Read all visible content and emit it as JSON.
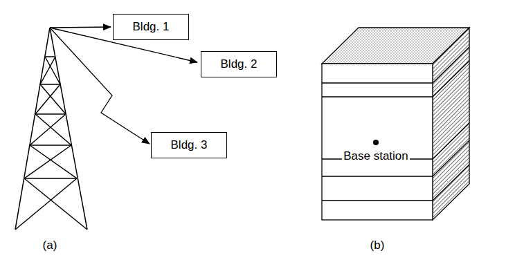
{
  "diagram": {
    "nodes": [
      {
        "text": [
          "Bldg. 1"
        ]
      },
      {
        "text": [
          "Bldg. 2"
        ]
      },
      {
        "text": [
          "Bldg. 3"
        ]
      }
    ],
    "labels": [
      "(a)",
      "(b)",
      "Base station"
    ]
  }
}
